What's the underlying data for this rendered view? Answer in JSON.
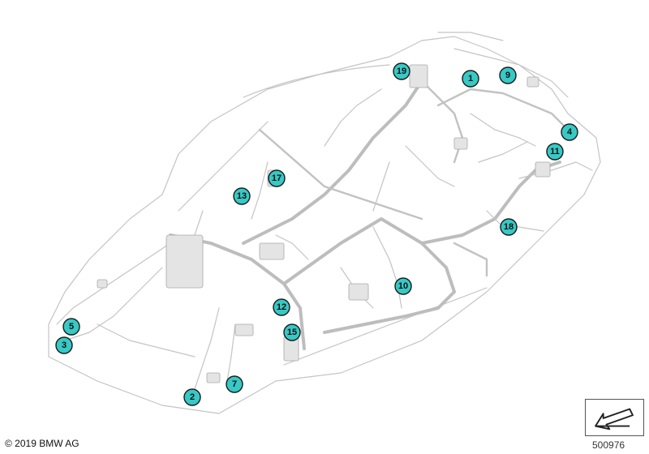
{
  "copyright": "© 2019 BMW AG",
  "figure_id": "500976",
  "callouts": [
    {
      "label": "1"
    },
    {
      "label": "9"
    },
    {
      "label": "19"
    },
    {
      "label": "4"
    },
    {
      "label": "11"
    },
    {
      "label": "17"
    },
    {
      "label": "13"
    },
    {
      "label": "18"
    },
    {
      "label": "10"
    },
    {
      "label": "12"
    },
    {
      "label": "15"
    },
    {
      "label": "5"
    },
    {
      "label": "3"
    },
    {
      "label": "7"
    },
    {
      "label": "2"
    }
  ],
  "colors": {
    "callout_fill": "#36c9c6",
    "wire": "#c4c4c4"
  },
  "icons": {
    "navigation": "back-arrow-icon"
  }
}
